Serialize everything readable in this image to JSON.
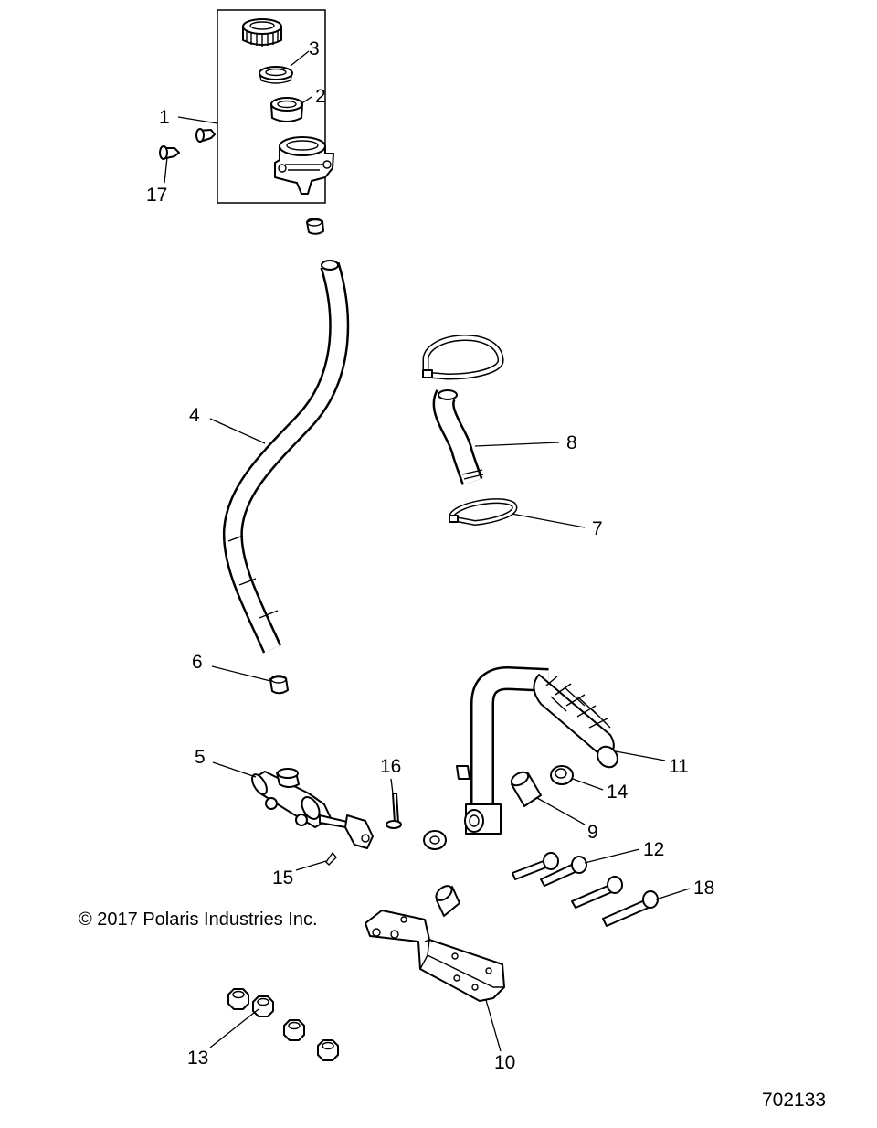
{
  "callouts": [
    {
      "id": "c1",
      "text": "1"
    },
    {
      "id": "c2",
      "text": "2"
    },
    {
      "id": "c3",
      "text": "3"
    },
    {
      "id": "c4",
      "text": "4"
    },
    {
      "id": "c5",
      "text": "5"
    },
    {
      "id": "c6",
      "text": "6"
    },
    {
      "id": "c7",
      "text": "7"
    },
    {
      "id": "c8",
      "text": "8"
    },
    {
      "id": "c9",
      "text": "9"
    },
    {
      "id": "c10",
      "text": "10"
    },
    {
      "id": "c11",
      "text": "11"
    },
    {
      "id": "c12",
      "text": "12"
    },
    {
      "id": "c13",
      "text": "13"
    },
    {
      "id": "c14",
      "text": "14"
    },
    {
      "id": "c15",
      "text": "15"
    },
    {
      "id": "c16",
      "text": "16"
    },
    {
      "id": "c17",
      "text": "17"
    },
    {
      "id": "c18",
      "text": "18"
    }
  ],
  "copyright": "© 2017 Polaris Industries Inc.",
  "document_number": "702133"
}
